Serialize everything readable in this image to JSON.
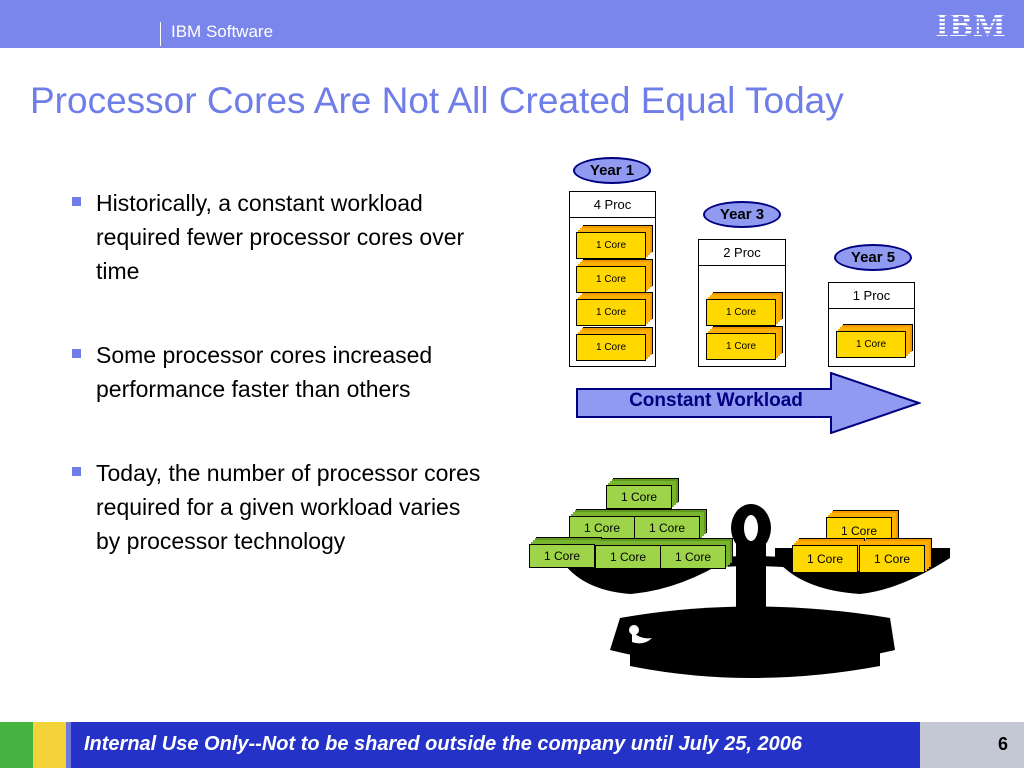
{
  "header": {
    "brand": "IBM Software",
    "logo_text": "IBM",
    "background_color": "#7b86ec"
  },
  "slide": {
    "title": "Processor Cores Are Not All Created Equal Today",
    "title_color": "#6f7de8",
    "bullets": [
      "Historically, a constant workload required fewer processor cores over time",
      "Some processor cores increased performance faster than others",
      "Today, the number of processor cores required for a given workload varies by processor technology"
    ]
  },
  "diagram": {
    "years": [
      {
        "label": "Year 1",
        "proc": "4 Proc",
        "cores": [
          "1 Core",
          "1 Core",
          "1 Core",
          "1 Core"
        ]
      },
      {
        "label": "Year 3",
        "proc": "2 Proc",
        "cores": [
          "1 Core",
          "1 Core"
        ]
      },
      {
        "label": "Year 5",
        "proc": "1 Proc",
        "cores": [
          "1 Core"
        ]
      }
    ],
    "workload_label": "Constant Workload",
    "scale": {
      "left_cores": [
        "1 Core",
        "1 Core",
        "1 Core",
        "1 Core",
        "1 Core",
        "1 Core"
      ],
      "right_cores": [
        "1 Core",
        "1 Core",
        "1 Core"
      ]
    },
    "colors": {
      "core_yellow": "#ffd800",
      "core_green": "#9ed44a",
      "pill_fill": "#8f9af0",
      "arrow_fill": "#8f9af0"
    }
  },
  "footer": {
    "text": "Internal Use Only--Not to be shared outside the company until July 25, 2006",
    "page_number": "6",
    "bar_color": "#2432c8"
  }
}
